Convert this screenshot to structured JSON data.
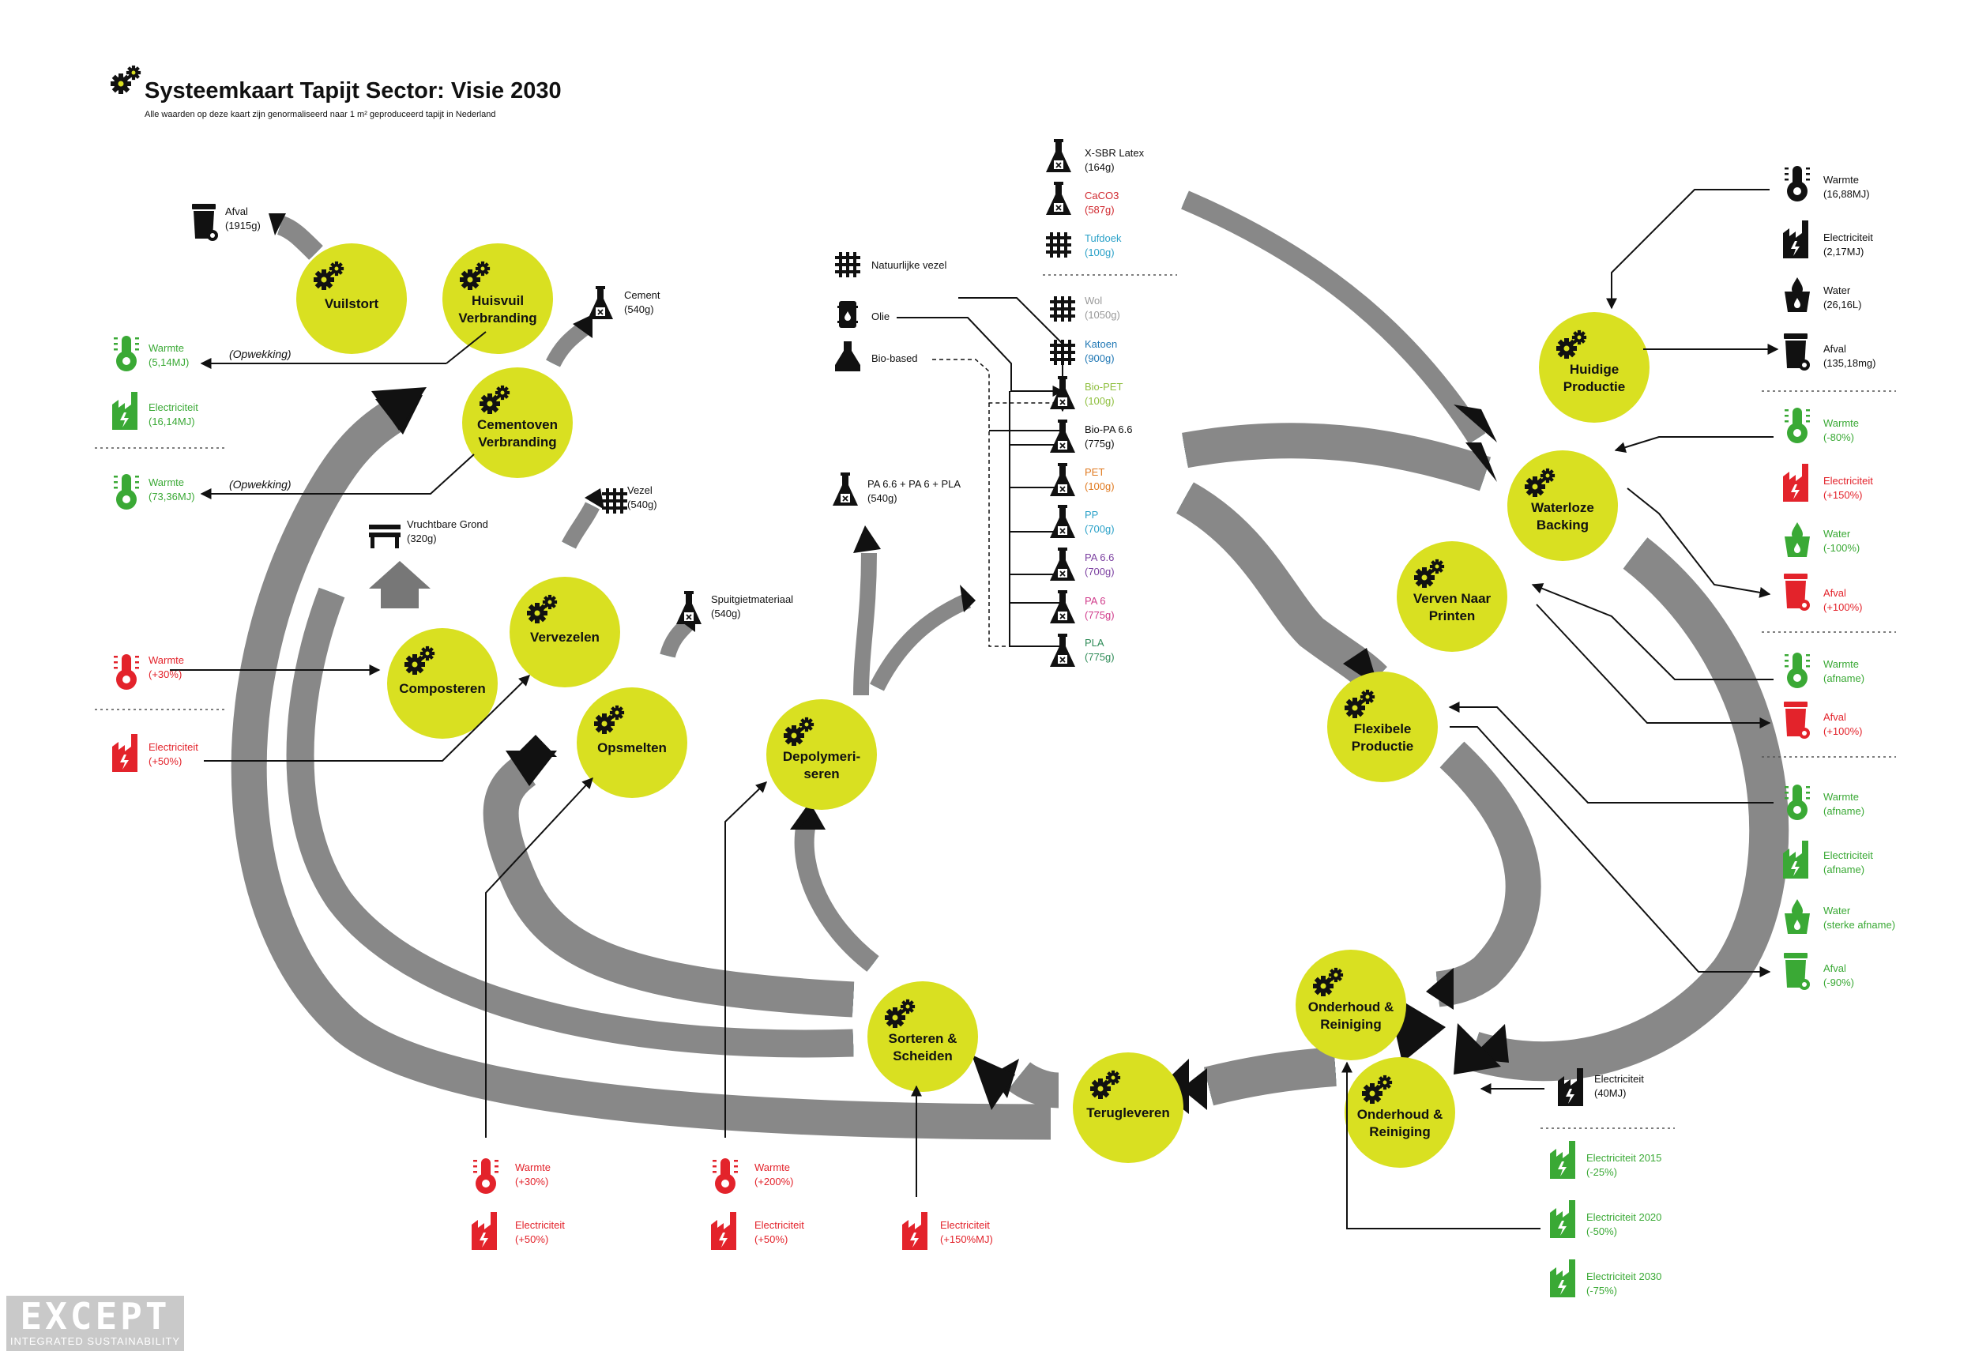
{
  "header": {
    "title": "Systeemkaart Tapijt Sector: Visie 2030",
    "subtitle": "Alle waarden op deze kaart zijn genormaliseerd naar 1 m² geproduceerd tapijt in Nederland"
  },
  "colors": {
    "node": "#d9e021",
    "green": "#3aa935",
    "red": "#e3232b",
    "dark": "#111111"
  },
  "nodes": {
    "vuilstort": [
      "Vuilstort"
    ],
    "huisvuil": [
      "Huisvuil",
      "Verbranding"
    ],
    "cementoven": [
      "Cementoven",
      "Verbranding"
    ],
    "composteren": [
      "Composteren"
    ],
    "vervezelen": [
      "Vervezelen"
    ],
    "opsmelten": [
      "Opsmelten"
    ],
    "depolymeriseren": [
      "Depolymeri-",
      "seren"
    ],
    "sorteren": [
      "Sorteren &",
      "Scheiden"
    ],
    "terugleveren": [
      "Terugleveren"
    ],
    "onderhoud1": [
      "Onderhoud &",
      "Reiniging"
    ],
    "onderhoud2": [
      "Onderhoud &",
      "Reiniging"
    ],
    "flexibele": [
      "Flexibele",
      "Productie"
    ],
    "verven": [
      "Verven Naar",
      "Printen"
    ],
    "waterloze": [
      "Waterloze",
      "Backing"
    ],
    "huidige": [
      "Huidige",
      "Productie"
    ]
  },
  "notes": {
    "opwekking1": "(Opwekking)",
    "opwekking2": "(Opwekking)"
  },
  "items": {
    "afval_stort": [
      "Afval",
      "(1915g)"
    ],
    "cement": [
      "Cement",
      "(540g)"
    ],
    "warmte_huisvuil": [
      "Warmte",
      "(5,14MJ)"
    ],
    "elec_huisvuil": [
      "Electriciteit",
      "(16,14MJ)"
    ],
    "warmte_cement": [
      "Warmte",
      "(73,36MJ)"
    ],
    "vruchtbare": [
      "Vruchtbare Grond",
      "(320g)"
    ],
    "vezel": [
      "Vezel",
      "(540g)"
    ],
    "spuitgiet": [
      "Spuitgietmateriaal",
      "(540g)"
    ],
    "pa_mix": [
      "PA 6.6 + PA 6 + PLA",
      "(540g)"
    ],
    "warmte_comp": [
      "Warmte",
      "(+30%)"
    ],
    "elec_verv": [
      "Electriciteit",
      "(+50%)"
    ],
    "warmte_ops": [
      "Warmte",
      "(+30%)"
    ],
    "elec_ops": [
      "Electriciteit",
      "(+50%)"
    ],
    "warmte_dep": [
      "Warmte",
      "(+200%)"
    ],
    "elec_dep": [
      "Electriciteit",
      "(+50%)"
    ],
    "elec_sort": [
      "Electriciteit",
      "(+150%MJ)"
    ],
    "natuurlijke": [
      "Natuurlijke vezel"
    ],
    "olie": [
      "Olie"
    ],
    "biobased": [
      "Bio-based"
    ],
    "xsbr": [
      "X-SBR Latex",
      "(164g)"
    ],
    "caco3": [
      "CaCO3",
      "(587g)"
    ],
    "tufdoek": [
      "Tufdoek",
      "(100g)"
    ],
    "wol": [
      "Wol",
      "(1050g)"
    ],
    "katoen": [
      "Katoen",
      "(900g)"
    ],
    "biopet": [
      "Bio-PET",
      "(100g)"
    ],
    "biopa": [
      "Bio-PA 6.6",
      "(775g)"
    ],
    "pet": [
      "PET",
      "(100g)"
    ],
    "pp": [
      "PP",
      "(700g)"
    ],
    "pa66": [
      "PA 6.6",
      "(700g)"
    ],
    "pa6": [
      "PA 6",
      "(775g)"
    ],
    "pla": [
      "PLA",
      "(775g)"
    ],
    "warmte_h": [
      "Warmte",
      "(16,88MJ)"
    ],
    "elec_h": [
      "Electriciteit",
      "(2,17MJ)"
    ],
    "water_h": [
      "Water",
      "(26,16L)"
    ],
    "afval_h": [
      "Afval",
      "(135,18mg)"
    ],
    "warmte_w": [
      "Warmte",
      "(-80%)"
    ],
    "elec_w": [
      "Electriciteit",
      "(+150%)"
    ],
    "water_w": [
      "Water",
      "(-100%)"
    ],
    "afval_w": [
      "Afval",
      "(+100%)"
    ],
    "warmte_v": [
      "Warmte",
      "(afname)"
    ],
    "afval_v": [
      "Afval",
      "(+100%)"
    ],
    "warmte_f": [
      "Warmte",
      "(afname)"
    ],
    "elec_f": [
      "Electriciteit",
      "(afname)"
    ],
    "water_f": [
      "Water",
      "(sterke afname)"
    ],
    "afval_f": [
      "Afval",
      "(-90%)"
    ],
    "elec_o": [
      "Electriciteit",
      "(40MJ)"
    ],
    "elec_2015": [
      "Electriciteit 2015",
      "(-25%)"
    ],
    "elec_2020": [
      "Electriciteit 2020",
      "(-50%)"
    ],
    "elec_2030": [
      "Electriciteit 2030",
      "(-75%)"
    ]
  },
  "logo": {
    "name": "EXCEPT",
    "tagline": "INTEGRATED SUSTAINABILITY"
  }
}
